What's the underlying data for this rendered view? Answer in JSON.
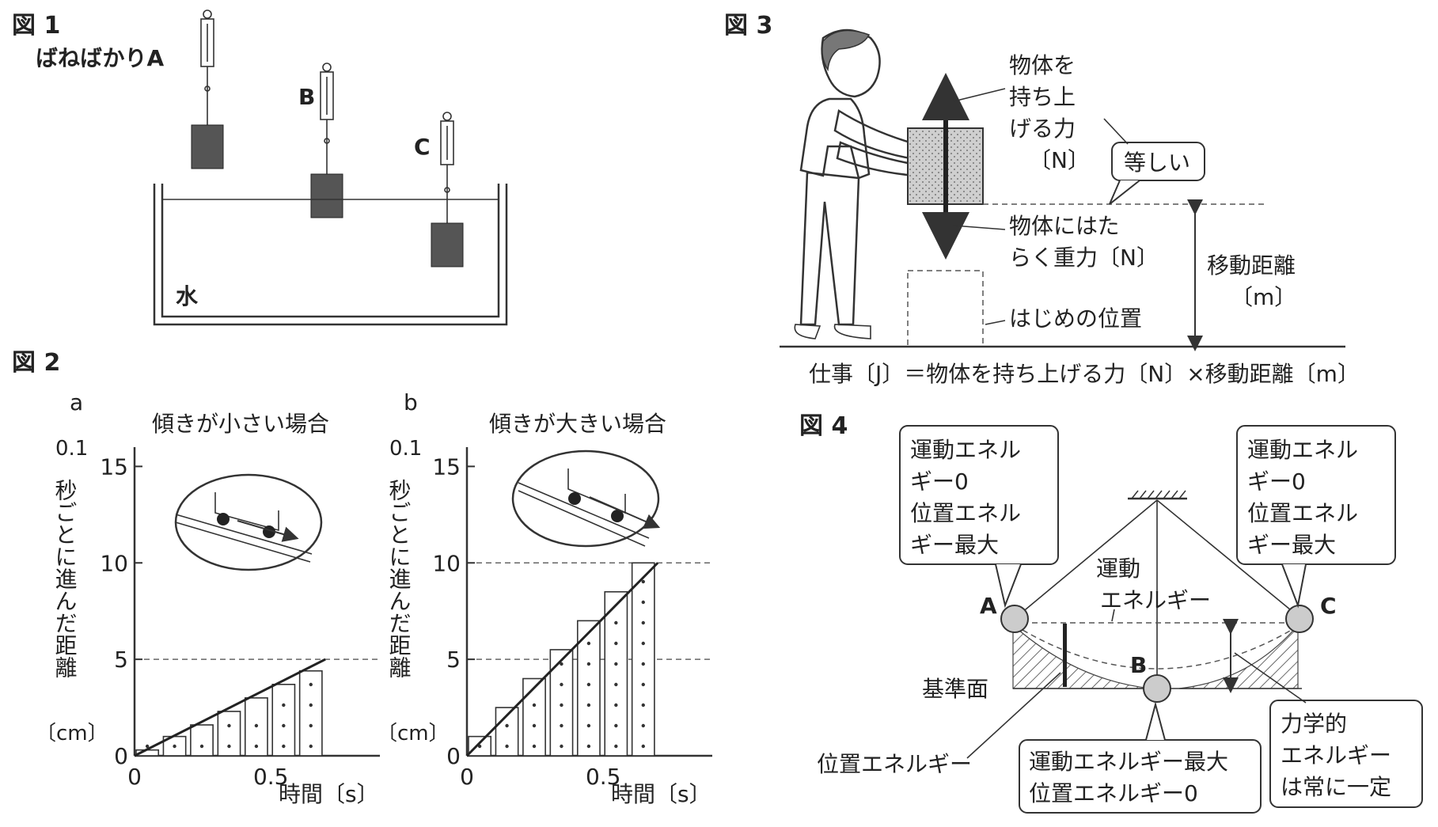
{
  "fig1": {
    "title": "図 1",
    "spring_scale_label": "ばねばかりA",
    "label_b": "B",
    "label_c": "C",
    "water_label": "水"
  },
  "fig2": {
    "title": "図 2",
    "ylabel_top": "0.1",
    "ylabel_vert": "秒ごとに進んだ距離",
    "ylabel_unit": "〔cm〕",
    "xlabel": "時間〔s〕",
    "panel_a": {
      "letter": "a",
      "title": "傾きが小さい場合"
    },
    "panel_b": {
      "letter": "b",
      "title": "傾きが大きい場合"
    }
  },
  "chart_data": [
    {
      "type": "bar",
      "title": "傾きが小さい場合",
      "x": [
        0,
        0.1,
        0.2,
        0.3,
        0.4,
        0.5,
        0.6
      ],
      "values": [
        0.3,
        1.0,
        1.6,
        2.3,
        3.0,
        3.7,
        4.4
      ],
      "trend_line": {
        "x": [
          0,
          0.7
        ],
        "y": [
          0,
          5
        ]
      },
      "x_ticks": [
        "0",
        "0.5"
      ],
      "y_ticks": [
        "0",
        "5",
        "10",
        "15"
      ],
      "xlabel": "時間〔s〕",
      "ylabel": "0.1 秒ごとに進んだ距離〔cm〕",
      "xlim": [
        0,
        0.9
      ],
      "ylim": [
        0,
        16
      ],
      "reference_lines_y": [
        5
      ]
    },
    {
      "type": "bar",
      "title": "傾きが大きい場合",
      "x": [
        0,
        0.1,
        0.2,
        0.3,
        0.4,
        0.5,
        0.6
      ],
      "values": [
        1.0,
        2.5,
        4.0,
        5.5,
        7.0,
        8.5,
        10.0
      ],
      "trend_line": {
        "x": [
          0,
          0.7
        ],
        "y": [
          0,
          10
        ]
      },
      "x_ticks": [
        "0",
        "0.5"
      ],
      "y_ticks": [
        "0",
        "5",
        "10",
        "15"
      ],
      "xlabel": "時間〔s〕",
      "ylabel": "0.1 秒ごとに進んだ距離〔cm〕",
      "xlim": [
        0,
        0.9
      ],
      "ylim": [
        0,
        16
      ],
      "reference_lines_y": [
        5,
        10
      ]
    }
  ],
  "fig3": {
    "title": "図 3",
    "lift_force_lines": [
      "物体を",
      "持ち上",
      "げる力",
      "〔N〕"
    ],
    "equal_label": "等しい",
    "gravity_lines": [
      "物体にはた",
      "らく重力〔N〕"
    ],
    "distance_lines": [
      "移動距離",
      "〔m〕"
    ],
    "initial_position": "はじめの位置",
    "formula": "仕事〔J〕＝物体を持ち上げる力〔N〕×移動距離〔m〕"
  },
  "fig4": {
    "title": "図 4",
    "callout_left_lines": [
      "運動エネル",
      "ギー0",
      "位置エネル",
      "ギー最大"
    ],
    "callout_right_lines": [
      "運動エネル",
      "ギー0",
      "位置エネル",
      "ギー最大"
    ],
    "kinetic_label_lines": [
      "運動",
      "エネルギー"
    ],
    "label_a": "A",
    "label_b": "B",
    "label_c": "C",
    "reference_plane": "基準面",
    "potential_label": "位置エネルギー",
    "callout_bottom_lines": [
      "運動エネルギー最大",
      "位置エネルギー0"
    ],
    "callout_mech_lines": [
      "力学的",
      "エネルギー",
      "は常に一定"
    ]
  }
}
